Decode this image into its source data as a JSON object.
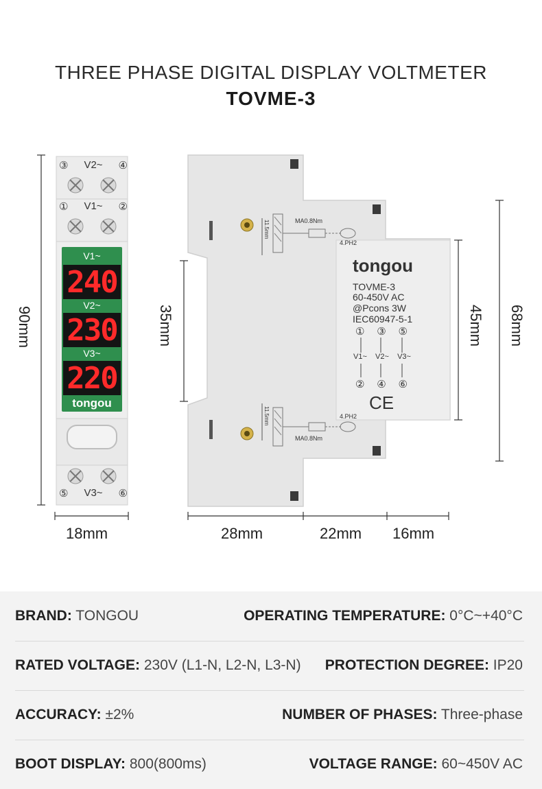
{
  "header": {
    "title": "THREE PHASE DIGITAL DISPLAY VOLTMETER",
    "model": "TOVME-3"
  },
  "front_view": {
    "terminals_top_1": [
      "③",
      "V2~",
      "④"
    ],
    "terminals_top_2": [
      "①",
      "V1~",
      "②"
    ],
    "terminals_bottom": [
      "⑤",
      "V3~",
      "⑥"
    ],
    "display": [
      {
        "label": "V1~",
        "value": "240"
      },
      {
        "label": "V2~",
        "value": "230"
      },
      {
        "label": "V3~",
        "value": "220"
      }
    ],
    "brand": "tongou",
    "height_label": "90mm",
    "width_label": "18mm"
  },
  "side_view": {
    "brand": "tongou",
    "model": "TOVME-3",
    "voltage": "60-450V AC",
    "power": "@Pcons 3W",
    "standard": "IEC60947-5-1",
    "torque": "MA0.8Nm",
    "screw": "4.PH2",
    "screw_depth": "11.5mm",
    "terminal_numbers_top": [
      "①",
      "③",
      "⑤"
    ],
    "terminal_numbers_bottom": [
      "②",
      "④",
      "⑥"
    ],
    "phase_labels": [
      "V1~",
      "V2~",
      "V3~"
    ],
    "ce_mark": "CE",
    "dims": {
      "rail": "35mm",
      "front": "45mm",
      "height": "68mm",
      "d1": "28mm",
      "d2": "22mm",
      "d3": "16mm"
    }
  },
  "specs": [
    {
      "lk": "BRAND:",
      "lv": " TONGOU",
      "rk": "OPERATING TEMPERATURE:",
      "rv": " 0°C~+40°C"
    },
    {
      "lk": "RATED VOLTAGE:",
      "lv": " 230V (L1-N, L2-N, L3-N)",
      "rk": "PROTECTION DEGREE:",
      "rv": " IP20"
    },
    {
      "lk": "ACCURACY:",
      "lv": " ±2%",
      "rk": "NUMBER OF PHASES:",
      "rv": " Three-phase"
    },
    {
      "lk": "BOOT DISPLAY:",
      "lv": " 800(800ms)",
      "rk": "VOLTAGE RANGE:",
      "rv": " 60~450V AC"
    }
  ],
  "colors": {
    "display_green": "#2f8f4e",
    "display_black": "#141414",
    "digit_red": "#ff2a2a",
    "housing": "#e6e6e6",
    "spec_bg": "#f3f3f3"
  }
}
